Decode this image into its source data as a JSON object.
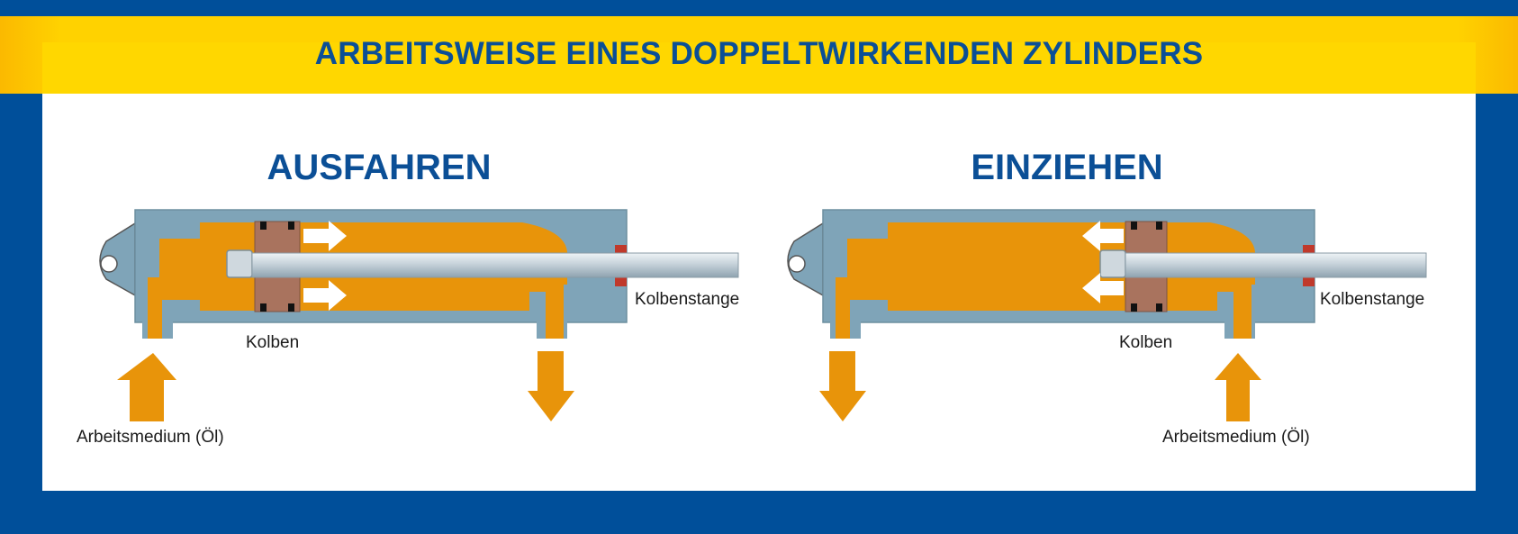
{
  "header": {
    "title": "ARBEITSWEISE EINES DOPPELTWIRKENDEN ZYLINDERS"
  },
  "panels": [
    {
      "heading": "AUSFAHREN",
      "labels": {
        "rod": "Kolbenstange",
        "piston": "Kolben",
        "medium": "Arbeitsmedium (Öl)"
      }
    },
    {
      "heading": "EINZIEHEN",
      "labels": {
        "rod": "Kolbenstange",
        "piston": "Kolben",
        "medium": "Arbeitsmedium (Öl)"
      }
    }
  ],
  "colors": {
    "frame_blue": "#004f9a",
    "header_yellow": "#ffd200",
    "header_gold": "#fbb900",
    "title_blue": "#0b4f96",
    "cylinder_body": "#7fa4b8",
    "oil_orange": "#e8940a",
    "piston_brown": "#a9735e",
    "seal_black": "#111111",
    "rod_seal_red": "#c0392b"
  }
}
